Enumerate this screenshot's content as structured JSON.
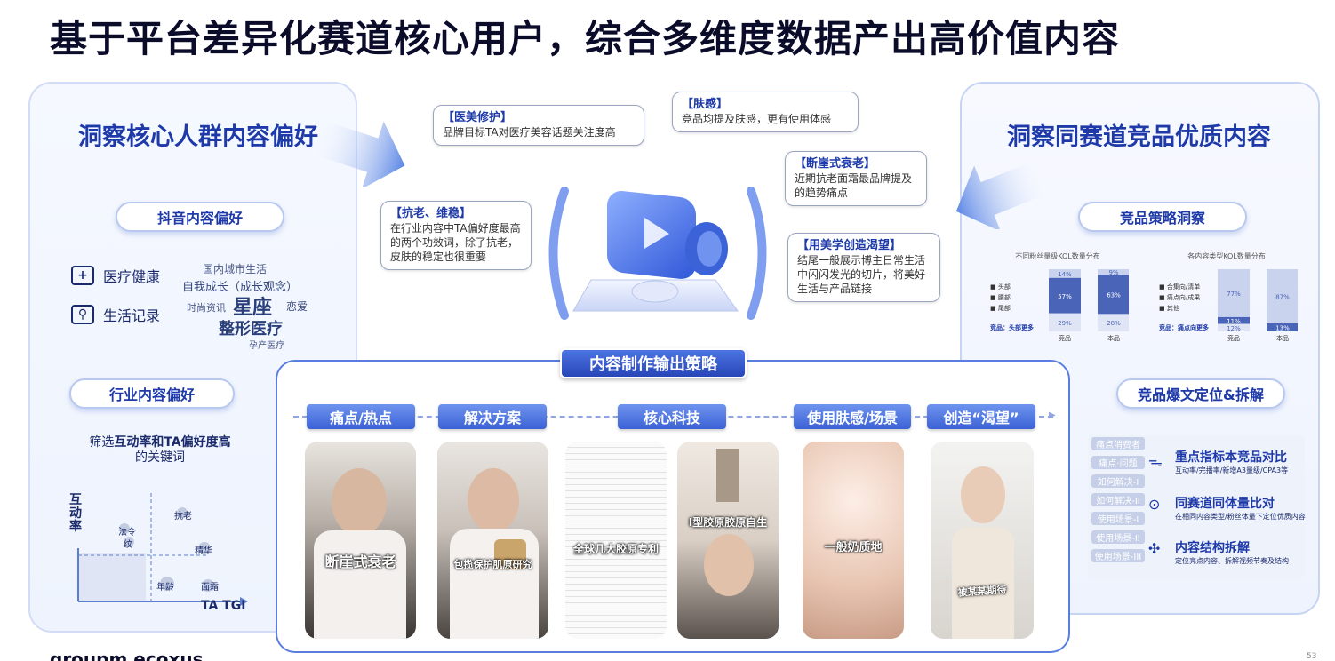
{
  "title": "基于平台差异化赛道核心用户，综合多维度数据产出高价值内容",
  "left": {
    "heading": "洞察核心人群内容偏好",
    "pill1": "抖音内容偏好",
    "legend": [
      {
        "icon": "+",
        "label": "医疗健康"
      },
      {
        "icon": "⚲",
        "label": "生活记录"
      }
    ],
    "cloud": [
      "国内城市生活",
      "自我成长（成长观念）",
      "时尚资讯",
      "星座",
      "恋爱",
      "整形医疗",
      "孕产医疗"
    ],
    "pill2": "行业内容偏好",
    "filter_pre": "筛选",
    "filter_bold": "互动率和TA偏好度高",
    "filter_post": "的关键词",
    "yaxis": "互动率",
    "xaxis": "TA TGI",
    "dots": [
      "法令",
      "纹",
      "抗老",
      "精华",
      "年龄",
      "面霜"
    ]
  },
  "bubbles": [
    {
      "title": "【医美修护】",
      "text": "品牌目标TA对医疗美容话题关注度高"
    },
    {
      "title": "【肤感】",
      "text": "竞品均提及肤感，更有使用体感"
    },
    {
      "title": "【断崖式衰老】",
      "text": "近期抗老面霜最品牌提及的趋势痛点"
    },
    {
      "title": "【抗老、维稳】",
      "text": "在行业内容中TA偏好度最高的两个功效词，除了抗老，皮肤的稳定也很重要"
    },
    {
      "title": "【用美学创造渴望】",
      "text": "结尾一般展示博主日常生活中闪闪发光的切片，将美好生活与产品链接"
    }
  ],
  "right": {
    "heading": "洞察同赛道竞品优质内容",
    "pill1": "竞品策略洞察",
    "chart1": {
      "title": "不同粉丝量级KOL数量分布",
      "categories": [
        "竞品",
        "本品"
      ],
      "series": [
        {
          "name": "头部",
          "values": [
            14,
            9
          ]
        },
        {
          "name": "腰部",
          "values": [
            57,
            63
          ]
        },
        {
          "name": "尾部",
          "values": [
            29,
            28
          ]
        }
      ],
      "note": "竞品：头部更多"
    },
    "chart2": {
      "title": "各内容类型KOL数量分布",
      "categories": [
        "竞品",
        "本品"
      ],
      "series": [
        {
          "name": "合集向/清单",
          "values": [
            77,
            87
          ]
        },
        {
          "name": "痛点向/成果",
          "values": [
            11,
            13
          ]
        },
        {
          "name": "其他",
          "values": [
            12,
            0
          ]
        }
      ],
      "note": "竞品：痛点向更多"
    },
    "pill2": "竞品爆文定位&拆解",
    "rows": [
      "痛点消费者",
      "痛点·问题",
      "如何解决-I",
      "如何解决-II",
      "使用场景-I",
      "使用场景-II",
      "使用场景-III"
    ],
    "items": [
      {
        "title": "重点指标本竞品对比",
        "sub": "互动率/完播率/新增A3量级/CPA3等"
      },
      {
        "title": "同赛道同体量比对",
        "sub": "在相同内容类型/粉丝体量下定位优质内容"
      },
      {
        "title": "内容结构拆解",
        "sub": "定位亮点内容、拆解视频节奏及结构"
      }
    ]
  },
  "center": {
    "title": "内容制作输出策略",
    "stages": [
      "痛点/热点",
      "解决方案",
      "核心科技",
      "使用肤感/场景",
      "创造“渴望”"
    ],
    "captions": [
      "断崖式衰老",
      "包揽保护肌原研究",
      "全球几大胶原专利",
      "I型胶原胶原自生",
      "一般奶质地",
      "被某某期待"
    ]
  },
  "footer": {
    "brand": "groupm",
    "brand2": "ecoxus",
    "page": "53"
  },
  "colors": {
    "accent": "#1e3aa8",
    "stage": "#3b62d6"
  }
}
